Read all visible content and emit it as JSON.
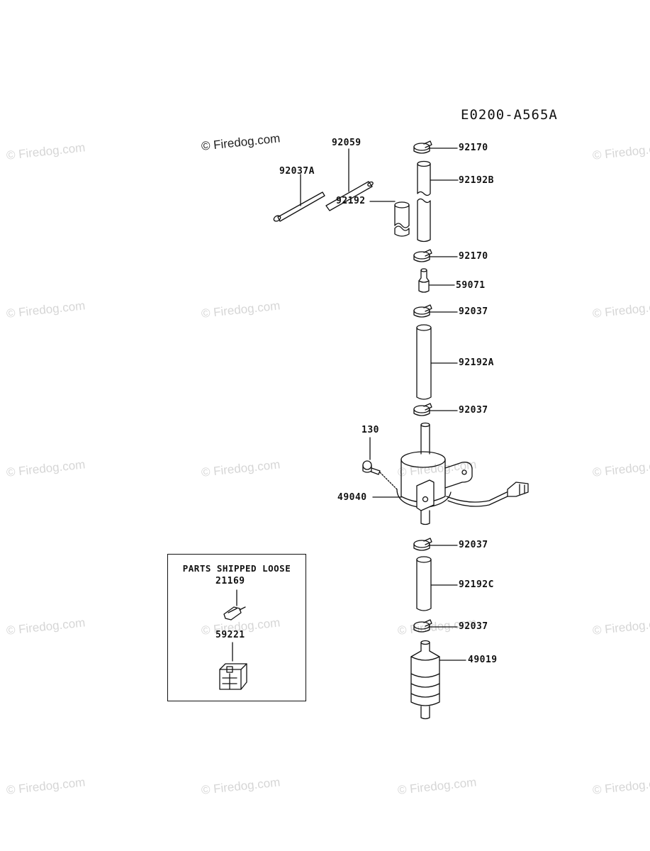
{
  "diagram_code": "E0200-A565A",
  "copyright": "© Firedog.com",
  "watermark_text": "© Firedog.com",
  "parts": {
    "clamp_top": "92170",
    "tube_b": "92192B",
    "rod": "92059",
    "rod_a": "92037A",
    "sleeve": "92192",
    "clamp_2": "92170",
    "fitting": "59071",
    "clamp_3": "92037",
    "tube_a": "92192A",
    "clamp_4": "92037",
    "bolt": "130",
    "pump": "49040",
    "clamp_5": "92037",
    "tube_c": "92192C",
    "clamp_6": "92037",
    "filter": "49019"
  },
  "loose": {
    "title": "PARTS SHIPPED LOOSE",
    "part_1": "21169",
    "part_2": "59221"
  },
  "colors": {
    "line": "#111111",
    "watermark": "#d6d6d6"
  }
}
